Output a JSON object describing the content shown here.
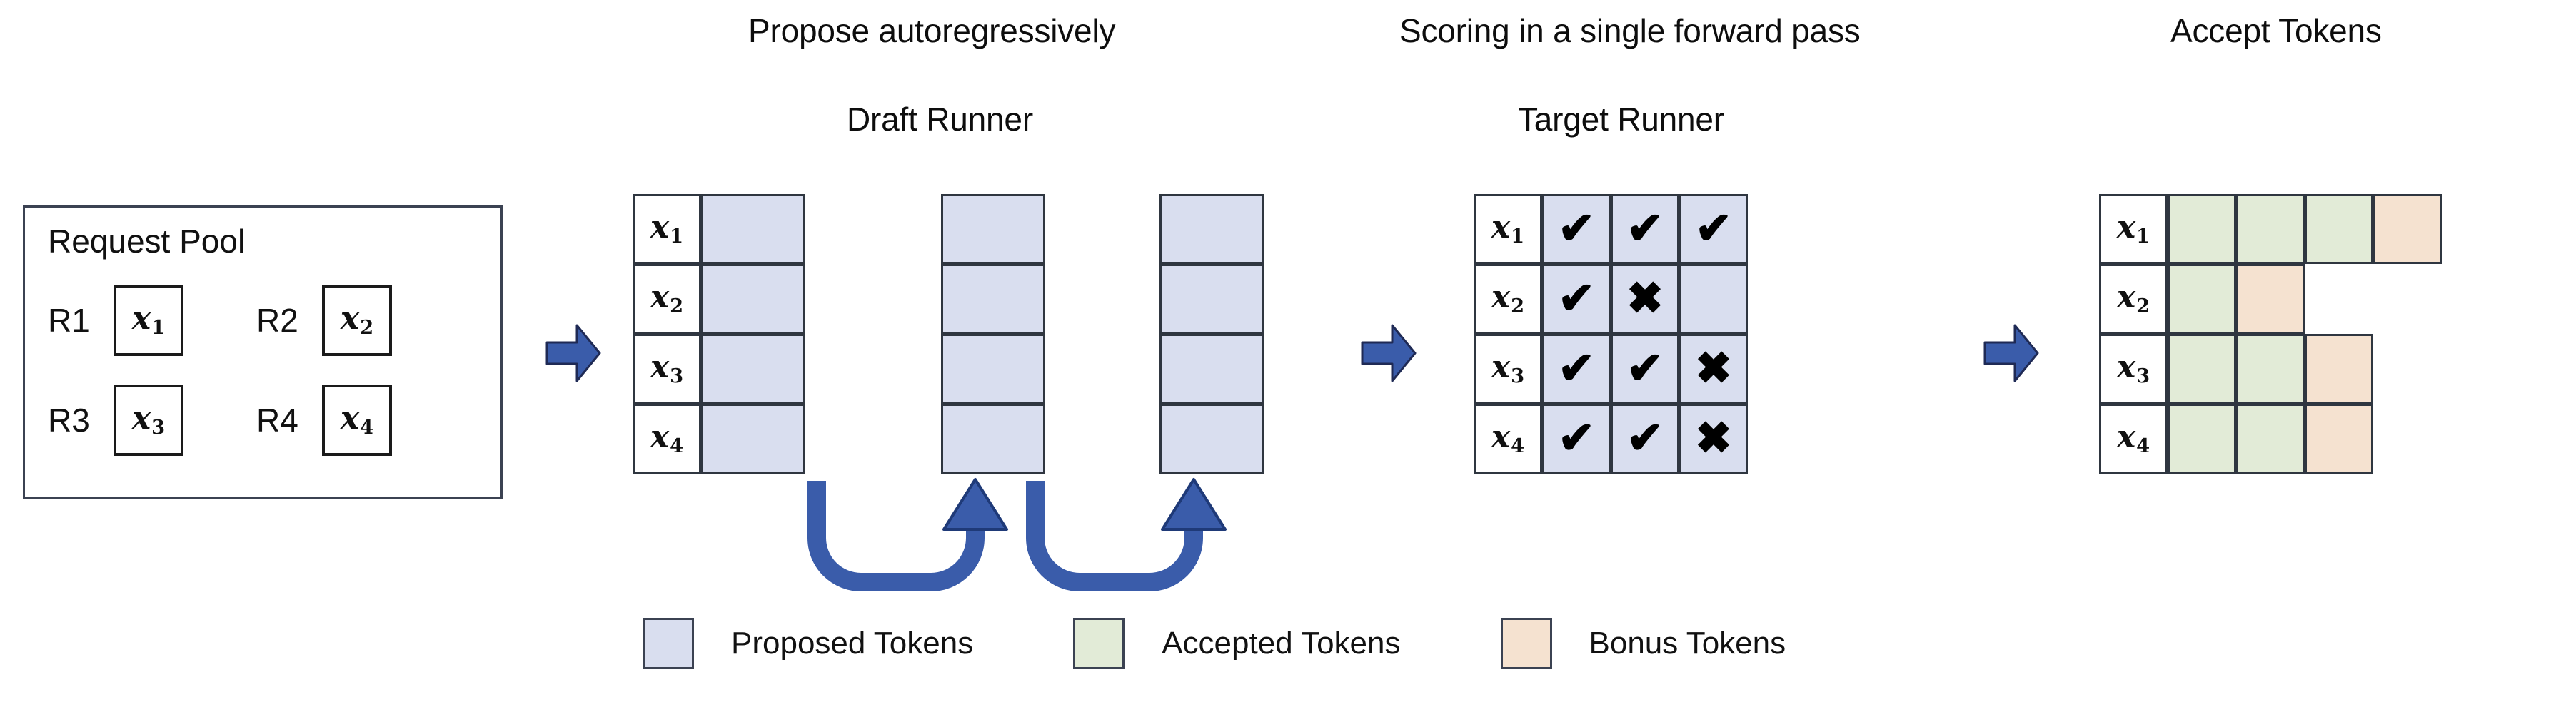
{
  "headings": {
    "propose": "Propose autoregressively",
    "scoring": "Scoring in a single forward pass",
    "accept": "Accept Tokens",
    "draft_runner": "Draft Runner",
    "target_runner": "Target Runner"
  },
  "request_pool": {
    "title": "Request Pool",
    "requests": [
      {
        "label": "R1",
        "token": "x",
        "sub": "1"
      },
      {
        "label": "R2",
        "token": "x",
        "sub": "2"
      },
      {
        "label": "R3",
        "token": "x",
        "sub": "3"
      },
      {
        "label": "R4",
        "token": "x",
        "sub": "4"
      }
    ]
  },
  "row_labels": [
    {
      "token": "x",
      "sub": "1"
    },
    {
      "token": "x",
      "sub": "2"
    },
    {
      "token": "x",
      "sub": "3"
    },
    {
      "token": "x",
      "sub": "4"
    }
  ],
  "draft_runner": {
    "step_count": 3,
    "rows": 4,
    "cell_state": "proposed"
  },
  "target_runner": {
    "marks": [
      [
        "check",
        "check",
        "check"
      ],
      [
        "check",
        "cross",
        "none"
      ],
      [
        "check",
        "check",
        "cross"
      ],
      [
        "check",
        "check",
        "cross"
      ]
    ],
    "glyphs": {
      "check": "✔",
      "cross": "✖",
      "none": ""
    }
  },
  "accept_tokens": {
    "rows": [
      [
        "accepted",
        "accepted",
        "accepted",
        "bonus"
      ],
      [
        "accepted",
        "bonus"
      ],
      [
        "accepted",
        "accepted",
        "bonus"
      ],
      [
        "accepted",
        "accepted",
        "bonus"
      ]
    ]
  },
  "legend": [
    {
      "swatch": "proposed",
      "label": "Proposed Tokens"
    },
    {
      "swatch": "accepted",
      "label": "Accepted Tokens"
    },
    {
      "swatch": "bonus",
      "label": "Bonus Tokens"
    }
  ],
  "colors": {
    "proposed": "#d9deef",
    "accepted": "#e2ebd7",
    "bonus": "#f5e2d0",
    "arrow_blue": "#3a5caa",
    "arrow_blue_dark": "#1f3a78",
    "border": "#2f3640"
  }
}
